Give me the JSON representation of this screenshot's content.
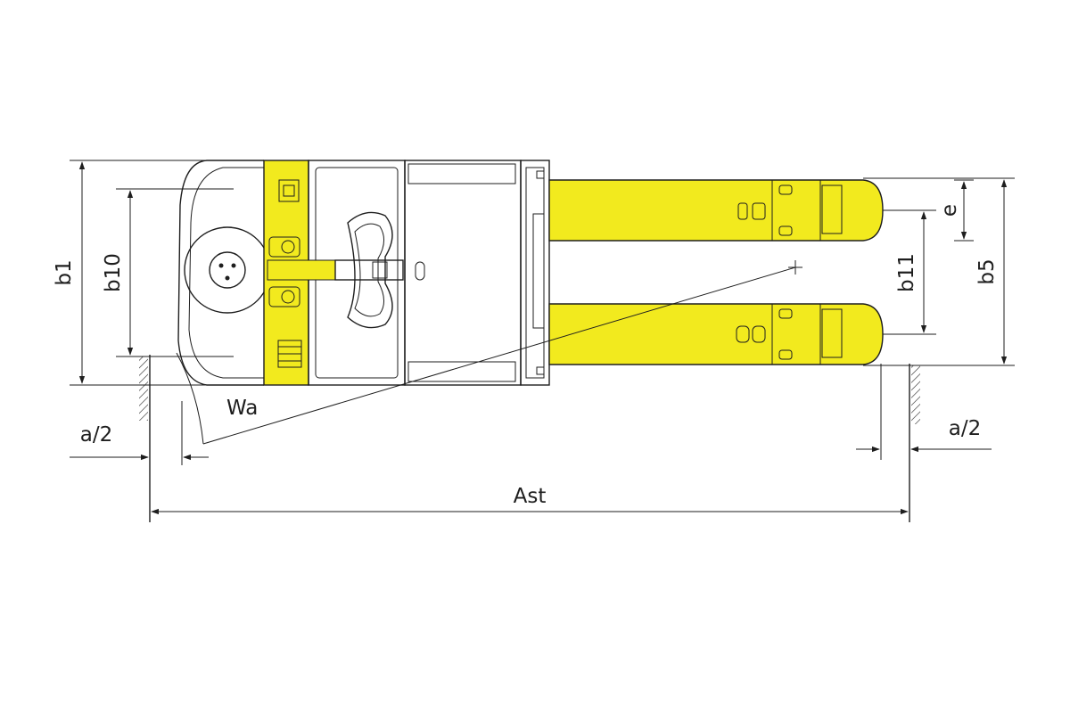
{
  "colors": {
    "body_yellow": "#f2ea1e",
    "line": "#1e1e1e",
    "background": "#ffffff"
  },
  "labels": {
    "b1": "b1",
    "b10": "b10",
    "wa": "Wa",
    "a_half_left": "a/2",
    "a_half_right": "a/2",
    "ast": "Ast",
    "e": "e",
    "b11": "b11",
    "b5": "b5"
  }
}
